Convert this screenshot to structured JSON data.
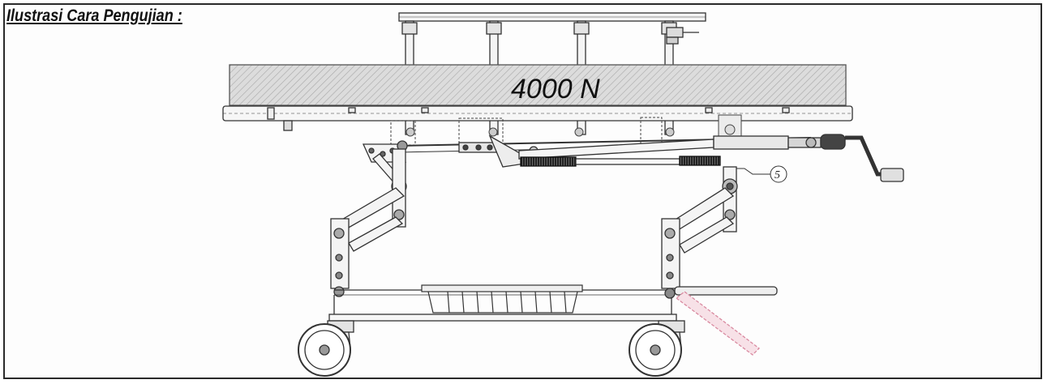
{
  "heading": "Ilustrasi Cara Pengujian :",
  "load_label": "4000 N",
  "callout_label": "5",
  "colors": {
    "line": "#333333",
    "mattress_fill": "#d9d9d9",
    "mattress_hatch": "#b0b0b0",
    "handle_pink": "#d98aa0",
    "gas_spring": "#222222",
    "frame_border": "#2a2a2a"
  }
}
